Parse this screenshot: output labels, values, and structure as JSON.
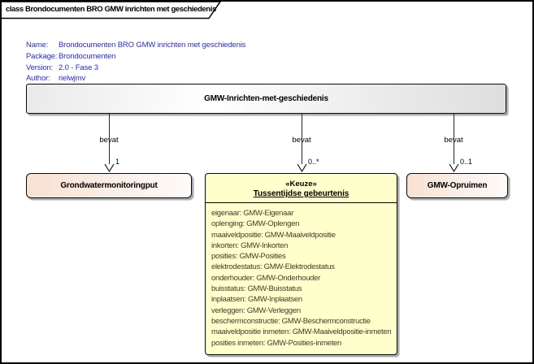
{
  "colors": {
    "metadata-text": "#2a2ac0",
    "connector": "#262626",
    "choice-fill": "#ffffcc",
    "node-fill": "#f7e1d2",
    "attribute-text": "#46392b"
  },
  "frame": {
    "title": "class Brondocumenten BRO GMW inrichten met geschiedenis"
  },
  "metadata": {
    "rows": [
      {
        "label": "Name:",
        "value": "Brondocumenten BRO GMW inrichten met geschiedenis"
      },
      {
        "label": "Package:",
        "value": "Brondocumenten"
      },
      {
        "label": "Version:",
        "value": "2.0 - Fase 3"
      },
      {
        "label": "Author:",
        "value": "rielwjmv"
      }
    ]
  },
  "diagram": {
    "root_class": {
      "name": "GMW-Inrichten-met-geschiedenis"
    },
    "relations": [
      {
        "label": "bevat",
        "multiplicity": "1",
        "target": "Grondwatermonitoringput"
      },
      {
        "label": "bevat",
        "multiplicity": "0..*",
        "target": "Tussentijdse gebeurtenis"
      },
      {
        "label": "bevat",
        "multiplicity": "0..1",
        "target": "GMW-Opruimen"
      }
    ],
    "classes": {
      "grondwatermonitoringput": {
        "name": "Grondwatermonitoringput"
      },
      "tussentijdse": {
        "stereotype": "«Keuze»",
        "name": "Tussentijdse gebeurtenis",
        "attributes": [
          "eigenaar: GMW-Eigenaar",
          "oplenging: GMW-Oplengen",
          "maaiveldpositie: GMW-Maaiveldpositie",
          "inkorten: GMW-Inkorten",
          "posities: GMW-Posities",
          "elektrodestatus: GMW-Elektrodestatus",
          "onderhouder: GMW-Onderhouder",
          "buisstatus: GMW-Buisstatus",
          "inplaatsen: GMW-Inplaatsen",
          "verleggen: GMW-Verleggen",
          "beschermconstructie: GMW-Beschermconstructie",
          "maaiveldpositie inmeten: GMW-Maaiveldpositie-inmeten",
          "posities inmeten: GMW-Posities-inmeten"
        ]
      },
      "opruimen": {
        "name": "GMW-Opruimen"
      }
    }
  }
}
